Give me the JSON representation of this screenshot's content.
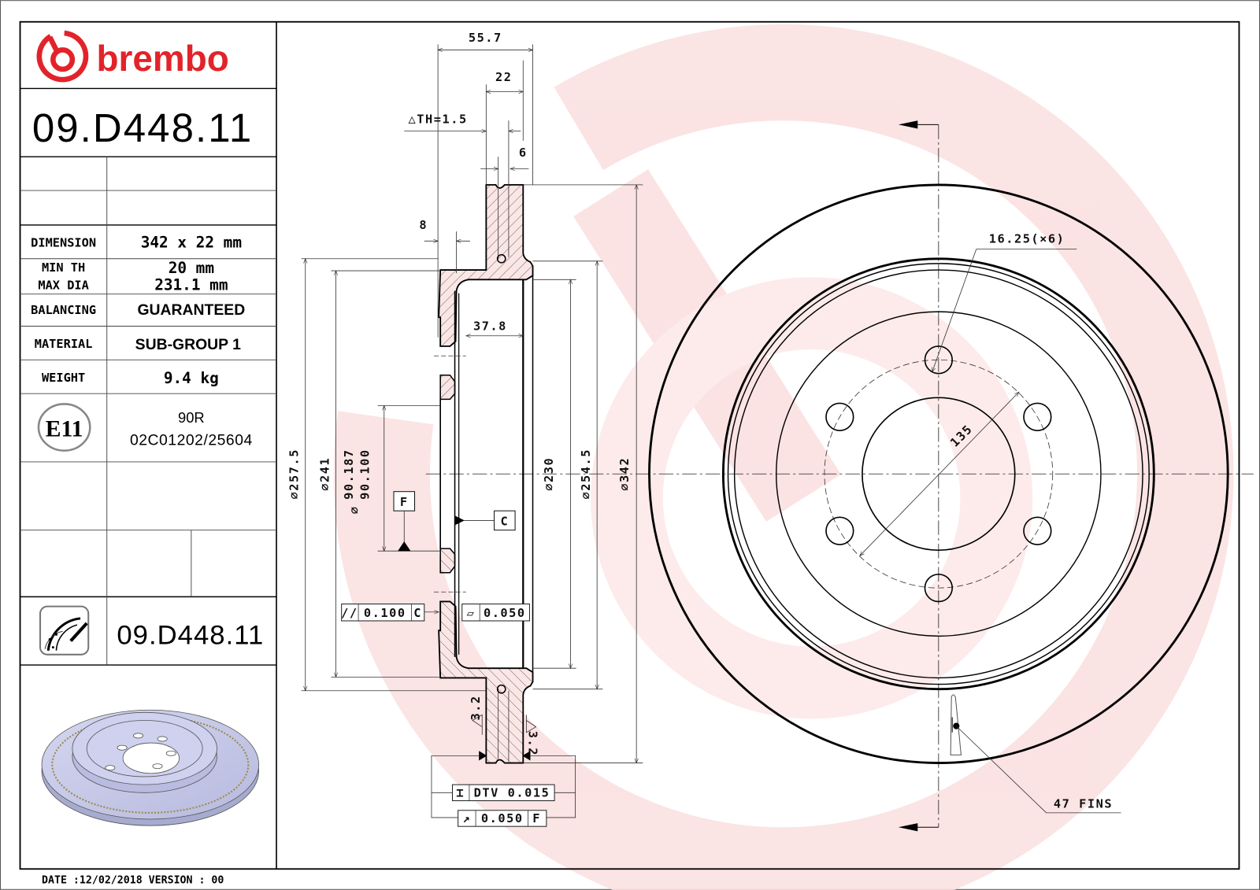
{
  "brand": {
    "name": "brembo",
    "color": "#e2232a"
  },
  "part_number": "09.D448.11",
  "spec_table": {
    "rows": [
      {
        "label": "DIMENSION",
        "value": "342 x 22 mm"
      },
      {
        "label": "MIN TH",
        "value": "20 mm"
      },
      {
        "label": "MAX DIA",
        "value": "231.1 mm"
      },
      {
        "label": "BALANCING",
        "value": "GUARANTEED"
      },
      {
        "label": "MATERIAL",
        "value": "SUB-GROUP 1"
      },
      {
        "label": "WEIGHT",
        "value": "9.4 kg"
      }
    ],
    "approval": {
      "mark": "E11",
      "line1": "90R",
      "line2": "02C01202/25604"
    }
  },
  "footer": {
    "date_version": "DATE :12/02/2018 VERSION : 00"
  },
  "section_view": {
    "dims": {
      "overall_height": "55.7",
      "thickness": "22",
      "th_tolerance": "△TH=1.5",
      "vane_gap": "6",
      "flange": "8",
      "inner_depth": "37.8",
      "d257": "⌀257.5",
      "d241": "⌀241",
      "d_hub_max": "90.187",
      "d_hub_min": "90.100",
      "d_hub_symbol": "⌀",
      "d230": "⌀230",
      "d254": "⌀254.5",
      "d342": "⌀342"
    },
    "datums": {
      "f": "F",
      "c": "C"
    },
    "tolerances": {
      "parallelism": {
        "symbol": "//",
        "value": "0.100",
        "datum": "C"
      },
      "flatness": {
        "symbol": "▱",
        "value": "0.050"
      },
      "dtv": {
        "symbol": "⌶",
        "value": "DTV 0.015"
      },
      "runout": {
        "symbol": "↗",
        "value": "0.050",
        "datum": "F"
      }
    },
    "surface_finish": "3.2"
  },
  "front_view": {
    "bolt_hole": "16.25(×6)",
    "bolt_circle": "135",
    "fins": "47 FINS"
  },
  "colors": {
    "watermark": "#fbe1e1",
    "disc_render": "#c9cbea",
    "hatch": "#333333"
  }
}
